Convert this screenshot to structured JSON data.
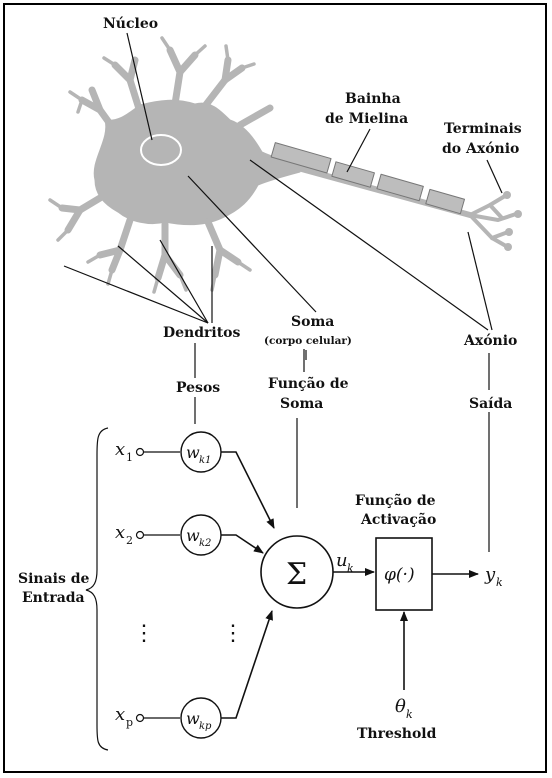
{
  "labels": {
    "nucleo": "Núcleo",
    "bainha_1": "Bainha",
    "bainha_2": "de Mielina",
    "terminais_1": "Terminais",
    "terminais_2": "do Axónio",
    "dendritos": "Dendritos",
    "soma": "Soma",
    "soma_sub": "(corpo celular)",
    "axonio": "Axónio",
    "pesos": "Pesos",
    "funcao_soma_1": "Função de",
    "funcao_soma_2": "Soma",
    "saida": "Saída",
    "funcao_activ_1": "Função de",
    "funcao_activ_2": "Activação",
    "sinais_1": "Sinais de",
    "sinais_2": "Entrada",
    "threshold": "Threshold"
  },
  "inputs": [
    {
      "base": "x",
      "sub": "1"
    },
    {
      "base": "x",
      "sub": "2"
    },
    {
      "base": "x",
      "sub": "p"
    }
  ],
  "weights": [
    {
      "base": "w",
      "sub": "k1"
    },
    {
      "base": "w",
      "sub": "k2"
    },
    {
      "base": "w",
      "sub": "kp"
    }
  ],
  "symbols": {
    "sum": "Σ",
    "u": "u",
    "u_sub": "k",
    "phi": "φ(·)",
    "y": "y",
    "y_sub": "k",
    "theta": "θ",
    "theta_sub": "k",
    "dots": "⋮"
  },
  "colors": {
    "neuron": "#b5b5b5",
    "ink": "#111111"
  }
}
